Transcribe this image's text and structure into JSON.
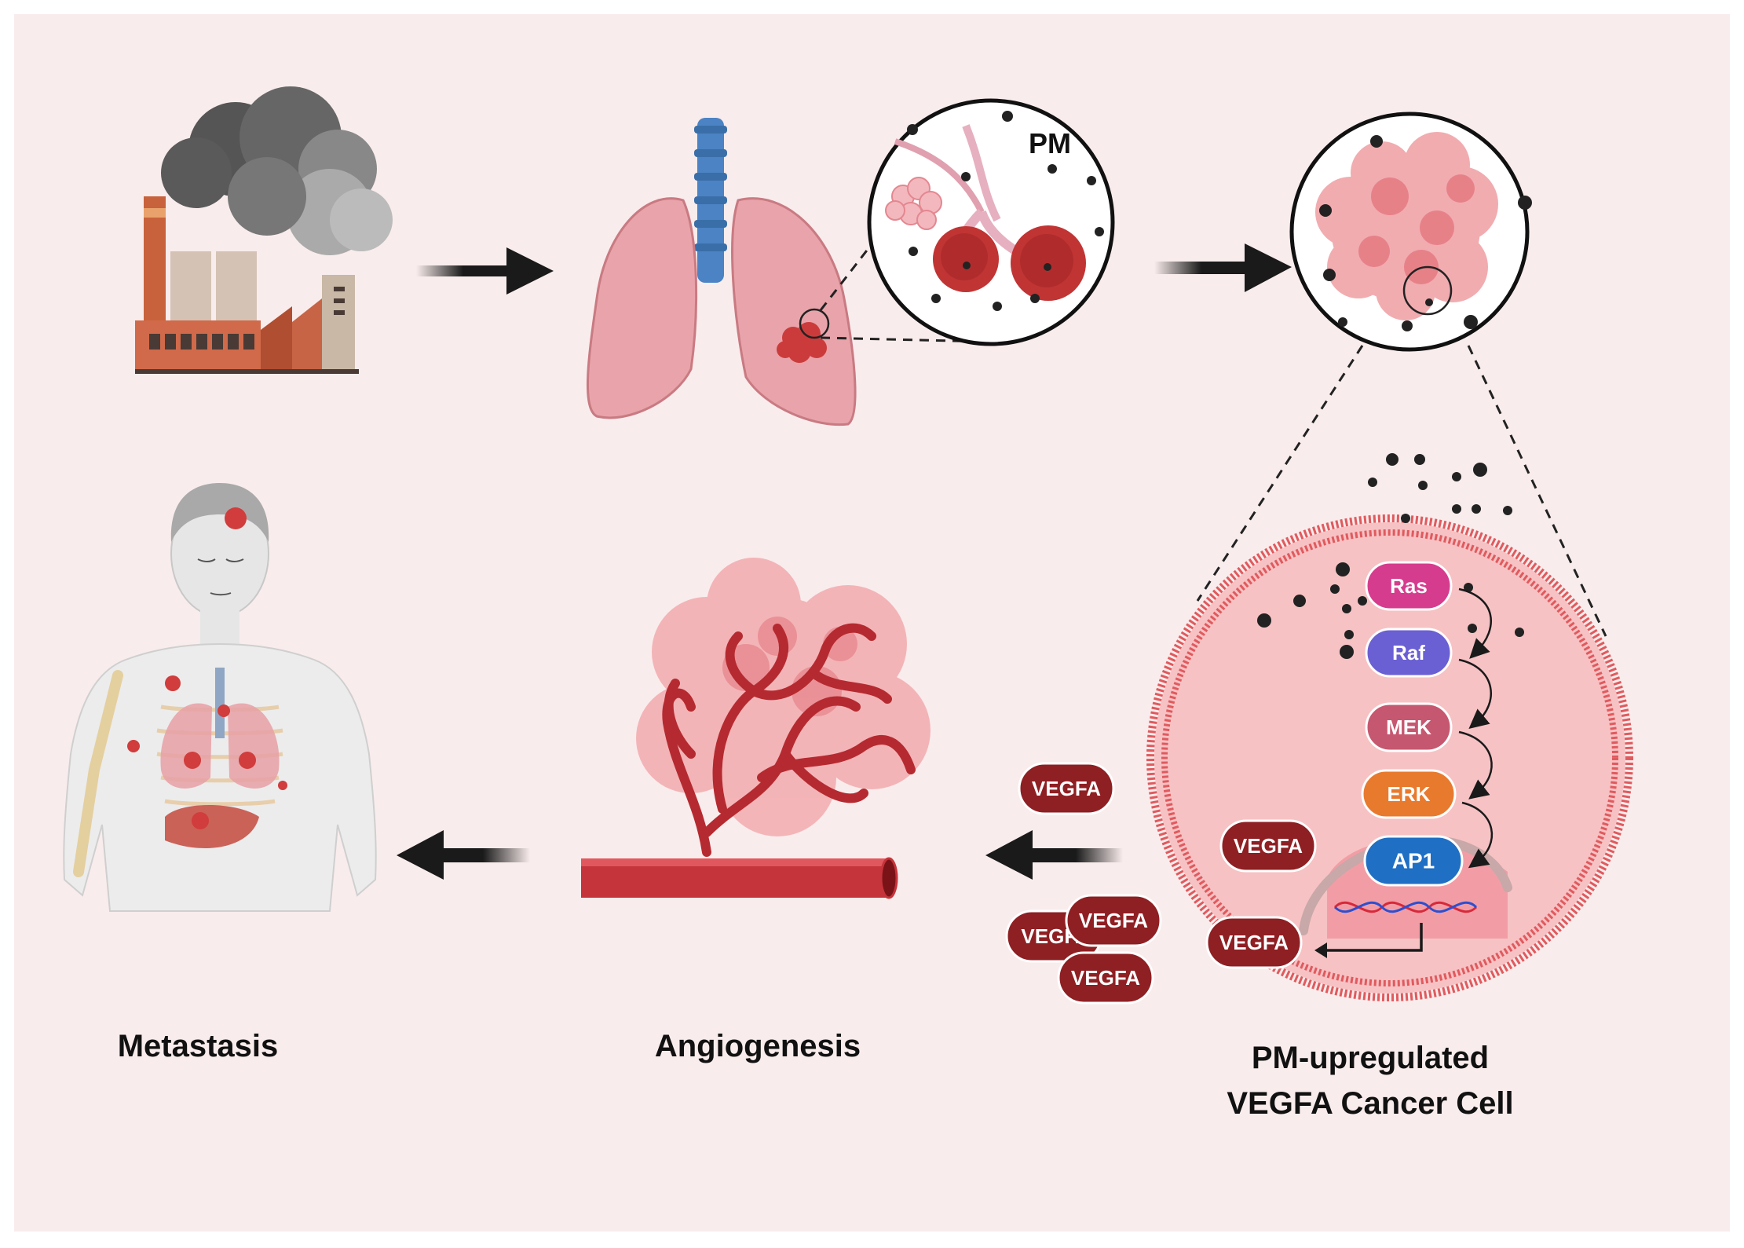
{
  "labels": {
    "pm": "PM",
    "metastasis": "Metastasis",
    "angiogenesis": "Angiogenesis",
    "cancer_cell_line1": "PM-upregulated",
    "cancer_cell_line2": "VEGFA Cancer Cell"
  },
  "pathway": [
    "Ras",
    "Raf",
    "MEK",
    "ERK",
    "AP1"
  ],
  "vegfa": {
    "label": "VEGFA",
    "clipped_label": "VEGF."
  },
  "colors": {
    "background": "#f9ecec",
    "ras": "#d63c8d",
    "raf": "#6b5fd4",
    "mek": "#c65770",
    "erk": "#e87a2e",
    "ap1": "#1f6fc4",
    "vegfa": "#8e1f23",
    "arrow": "#1a1a1a"
  }
}
